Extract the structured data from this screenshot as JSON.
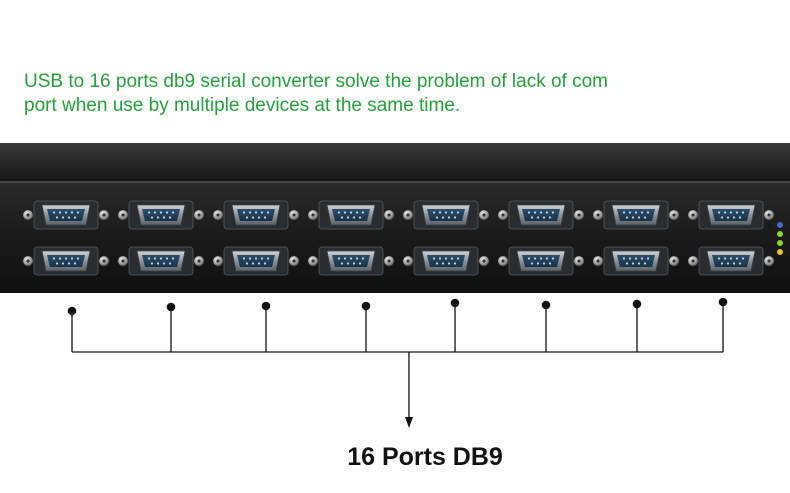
{
  "headline_line1": "USB to 16 ports db9 serial converter solve the problem of lack of com",
  "headline_line2": "port when use by multiple devices at the same time.",
  "caption": "16 Ports DB9",
  "colors": {
    "headline": "#23a33a",
    "chassis": "#1c1c1c",
    "led_green": "#8fd61f",
    "led_yellow": "#e3c515",
    "led_blue": "#3d6fc9"
  },
  "device": {
    "port_rows": 2,
    "ports_per_row": 8,
    "connector": "DB9 male",
    "led_count": 4
  }
}
